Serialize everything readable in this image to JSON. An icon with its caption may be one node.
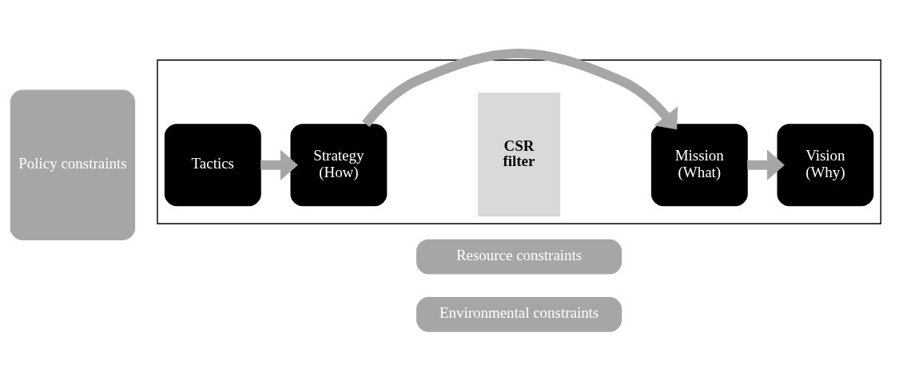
{
  "diagram": {
    "nodes": [
      {
        "text": [
          "Policy constraints"
        ]
      },
      {
        "text": [
          "Resource constraints"
        ]
      },
      {
        "text": [],
        "shape": "band"
      },
      {
        "text": [
          "Tactics"
        ],
        "in": 2
      },
      {
        "text": [
          "Strategy (How)"
        ],
        "in": 2
      },
      {
        "text": [
          "CSR filter"
        ],
        "in": 2
      },
      {
        "text": [
          "Mission (What)"
        ],
        "in": 2
      },
      {
        "text": [
          "Vision (Why)"
        ],
        "in": 2
      },
      {
        "text": [
          "Environmental constraints"
        ]
      }
    ],
    "edges": [
      {
        "from": 3,
        "to": 4,
        "arrow": "to"
      },
      {
        "from": 4,
        "to": 6,
        "arrow": "to"
      },
      {
        "from": 6,
        "to": 7,
        "arrow": "to"
      }
    ]
  }
}
